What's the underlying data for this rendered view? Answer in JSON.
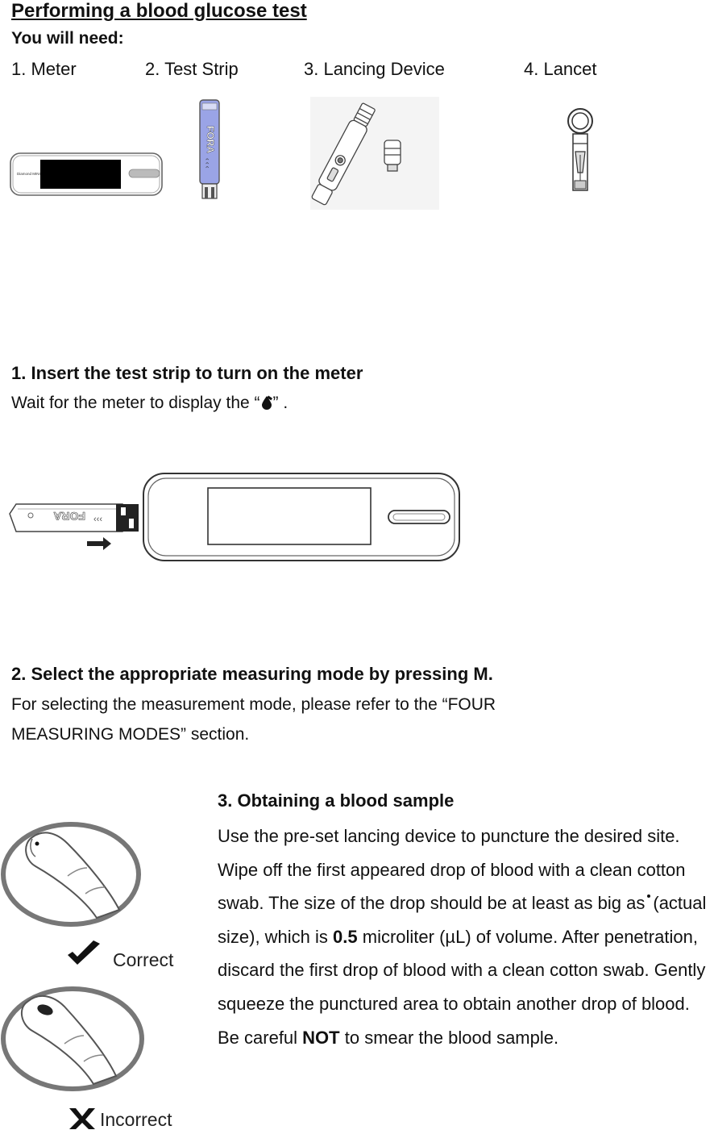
{
  "title": "Performing a blood glucose test",
  "you_will_need": "You will need:",
  "items": [
    {
      "label": "1. Meter"
    },
    {
      "label": "2. Test Strip"
    },
    {
      "label": "3. Lancing Device"
    },
    {
      "label": "4. Lancet"
    }
  ],
  "meter_brand_text": "Diamond MINI",
  "strip_brand_text": "FORA",
  "step1": {
    "heading": "1. Insert the test strip to turn on the meter",
    "text_before": "Wait for the meter to display the “",
    "text_after": "” ."
  },
  "step2": {
    "heading": "2. Select the appropriate measuring mode by pressing M.",
    "line1": "For selecting the measurement mode, please refer to the “FOUR",
    "line2": "MEASURING MODES” section."
  },
  "step3": {
    "heading": "3. Obtaining a blood sample",
    "p1": "Use the pre-set lancing device to puncture the desired site. Wipe off the first appeared drop of blood with a clean cotton swab. The size of the drop should be at least as big as",
    "p2": "(actual size), which is ",
    "bold1": "0.5",
    "p3": " microliter (µL) of volume. After penetration, discard the first drop of blood with a clean cotton swab. Gently squeeze the punctured area to obtain another drop of blood. Be careful ",
    "bold2": "NOT",
    "p4": " to smear the blood sample."
  },
  "correct_label": "Correct",
  "incorrect_label": "Incorrect"
}
